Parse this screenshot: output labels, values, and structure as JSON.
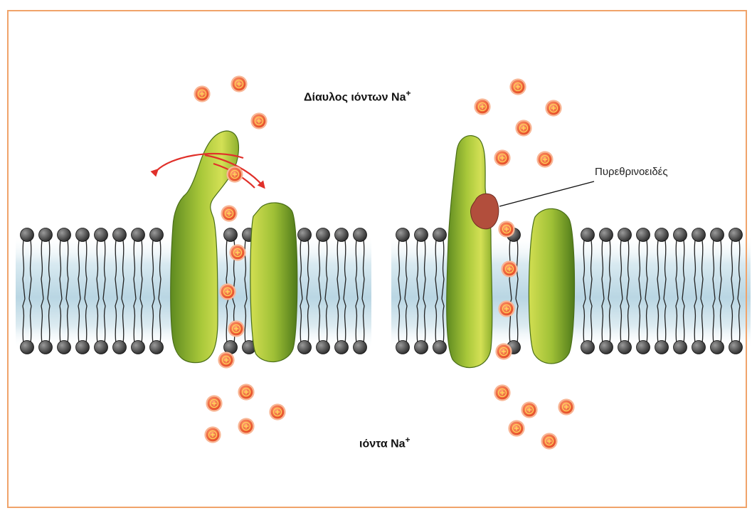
{
  "labels": {
    "channel": "Δίαυλος ιόντων Na",
    "channel_sup": "+",
    "pyrethroid": "Πυρεθρινοειδές",
    "ions": "ιόντα Na",
    "ions_sup": "+"
  },
  "ion_symbol": "+",
  "colors": {
    "frame": "#f0a36a",
    "ion_fill": "#ef6a3a",
    "ion_ring": "#f7b08a",
    "protein_light": "#c9d94a",
    "protein_dark": "#5f8a1f",
    "membrane_core": "#cfe3ec",
    "lipid_head": "#3a3a3a",
    "arrow": "#e0302a",
    "pyrethroid": "#b14a3a"
  },
  "icons": [
    "sodium-ion-icon",
    "lipid-head-icon",
    "rotation-arrow-icon"
  ]
}
